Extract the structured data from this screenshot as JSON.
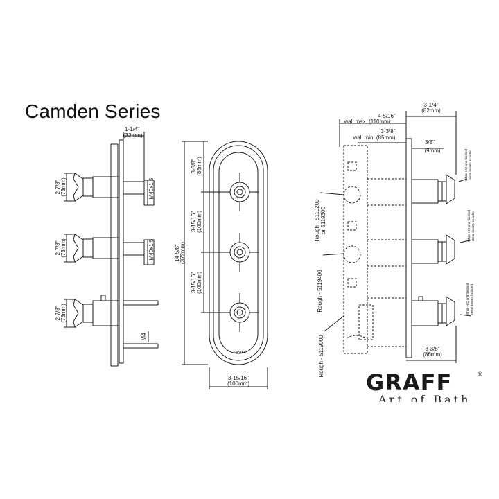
{
  "header": {
    "series_title": "Camden Series"
  },
  "brand": {
    "logo": "GRAFF",
    "registered": "®",
    "tagline": "Art of Bath"
  },
  "left_view": {
    "top_dim": {
      "imperial": "1-1/4\"",
      "metric": "(32mm)"
    },
    "spacing_1": {
      "imperial": "2-7/8\"",
      "metric": "(73mm)"
    },
    "spacing_2": {
      "imperial": "2-7/8\"",
      "metric": "(73mm)"
    },
    "spacing_3": {
      "imperial": "2-7/8\"",
      "metric": "(73mm)"
    },
    "thread_1": "M40x1,5",
    "thread_2": "M40x1,5",
    "screw": "M4"
  },
  "front_view": {
    "height": {
      "imperial": "14-5/8\"",
      "metric": "(372mm)"
    },
    "top_offset": {
      "imperial": "3-3/8\"",
      "metric": "(86mm)"
    },
    "gap_1": {
      "imperial": "3-15/16\"",
      "metric": "(100mm)"
    },
    "gap_2": {
      "imperial": "3-15/16\"",
      "metric": "(100mm)"
    },
    "width": {
      "imperial": "3-15/16\"",
      "metric": "(100mm)"
    },
    "plate_logo": "GRAFF"
  },
  "side_view": {
    "wall_max": {
      "imperial": "4-5/16\"",
      "metric": "wall max. (110mm)"
    },
    "wall_min": {
      "imperial": "3-3/8\"",
      "metric": "wall min. (85mm)"
    },
    "top_right": {
      "imperial": "3-1/4\"",
      "metric": "(82mm)"
    },
    "plate_thickness": {
      "imperial": "3/8\"",
      "metric": "(9mm)"
    },
    "bottom_right": {
      "imperial": "3-3/8\"",
      "metric": "(86mm)"
    },
    "rough_1": "Rough - 5119200",
    "rough_1b": "or 5119300",
    "rough_2": "Rough - 5119400",
    "rough_3": "Rough - 5119000",
    "note_1a": "White H/C and finished",
    "note_1b": "metal inserts included",
    "note_2a": "White H/C and finished",
    "note_2b": "metal inserts included",
    "note_3a": "White H/C and finished",
    "note_3b": "metal inserts included"
  }
}
